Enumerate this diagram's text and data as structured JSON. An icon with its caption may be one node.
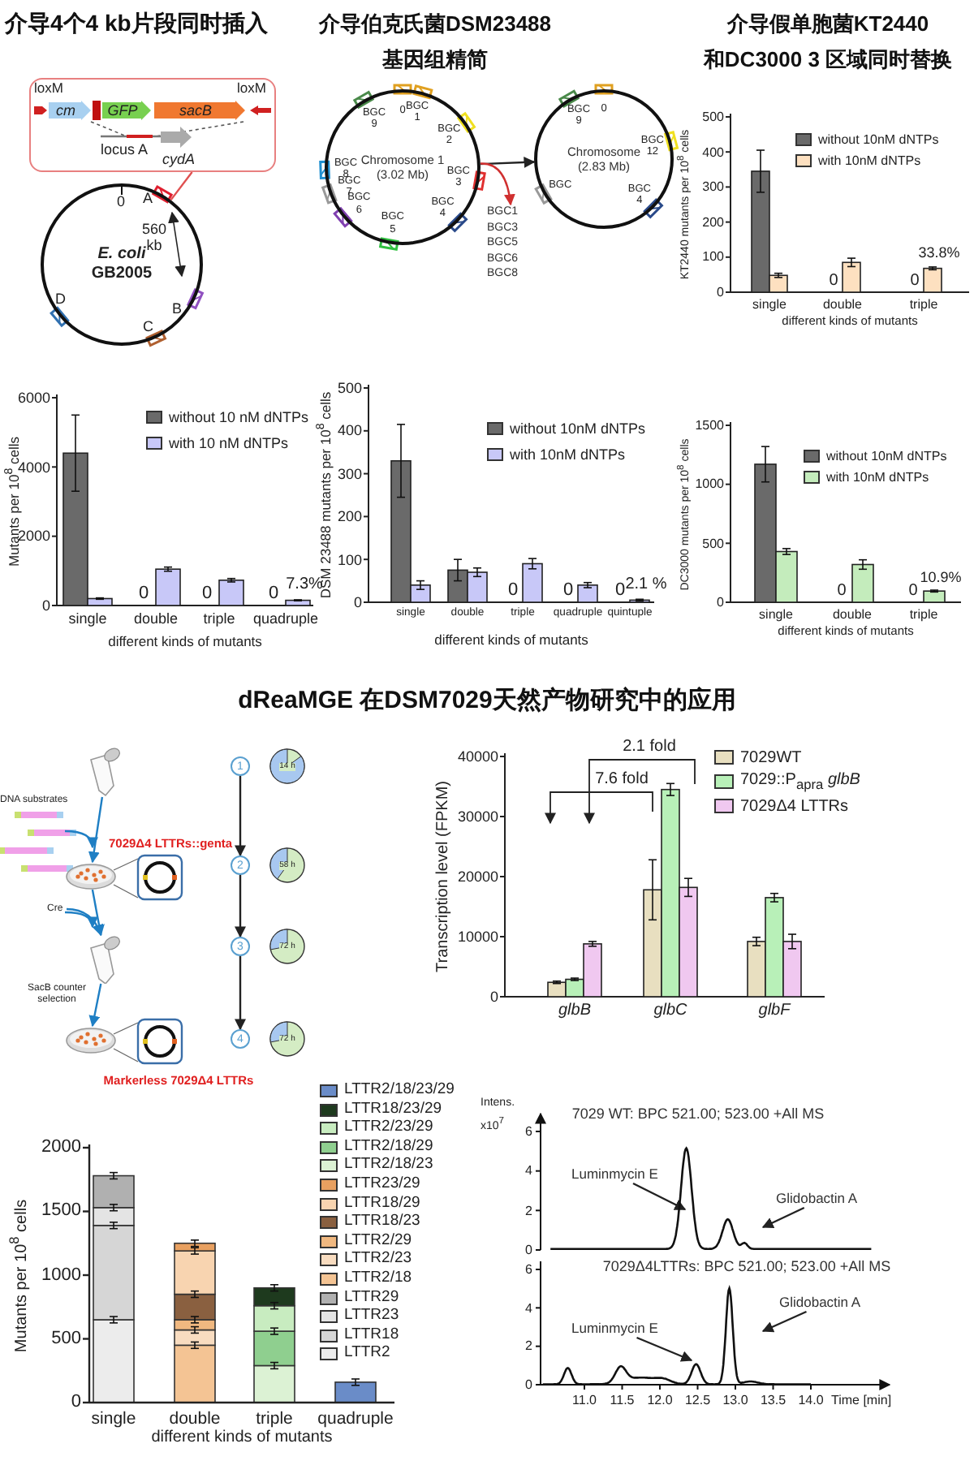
{
  "diagram": {
    "nodes": [
      {
        "text": [],
        "shape": "box"
      },
      {
        "text": [
          "cm"
        ],
        "in": 0
      },
      {
        "text": [
          "GFP"
        ],
        "in": 0
      },
      {
        "text": [
          "sacB"
        ],
        "in": 0
      },
      {
        "text": [
          "*E. coli* GB2005"
        ]
      },
      {
        "text": [
          "Chromosome 1",
          "(3.02 Mb)"
        ]
      },
      {
        "text": [
          "Chromosome",
          "(2.83 Mb)"
        ]
      },
      {
        "text": [
          "BGC1",
          "BGC3",
          "BGC5",
          "BGC6",
          "BGC8"
        ]
      },
      {
        "text": [],
        "shape": "picture"
      },
      {
        "text": [],
        "shape": "picture"
      },
      {
        "text": [],
        "shape": "picture"
      },
      {
        "text": [],
        "shape": "picture"
      },
      {
        "text": [
          "1"
        ]
      },
      {
        "text": [
          "2"
        ]
      },
      {
        "text": [
          "3"
        ]
      },
      {
        "text": [
          "4"
        ]
      },
      {
        "text": [
          "14 h"
        ]
      },
      {
        "text": [
          "58 h"
        ]
      },
      {
        "text": [
          "72 h"
        ]
      },
      {
        "text": [
          "72 h"
        ]
      },
      {
        "text": [
          "Luminmycin E"
        ]
      },
      {
        "text": [
          "Glidobactin A"
        ]
      },
      {
        "text": [
          "Luminmycin E"
        ]
      },
      {
        "text": [
          "Glidobactin A"
        ]
      },
      {
        "text": [
          "Cre"
        ]
      }
    ],
    "edges": [
      {
        "from": 0,
        "to": 4,
        "arrow": "none",
        "color": "#e05050"
      },
      {
        "from": 5,
        "to": 6,
        "arrow": "to"
      },
      {
        "from": 5,
        "to": 7,
        "arrow": "to",
        "color": "#d03030"
      },
      {
        "from": 8,
        "to": 9,
        "arrow": "to",
        "color": "#1f7fc4"
      },
      {
        "from": 9,
        "to": 10,
        "arrow": "to",
        "color": "#1f7fc4"
      },
      {
        "from": 10,
        "to": 11,
        "arrow": "to",
        "color": "#1f7fc4"
      },
      {
        "from": 12,
        "to": 13,
        "arrow": "to"
      },
      {
        "from": 13,
        "to": 14,
        "arrow": "to"
      },
      {
        "from": 14,
        "to": 15,
        "arrow": "to"
      },
      {
        "from": 20,
        "to": null,
        "arrow": "to"
      },
      {
        "from": 21,
        "to": null,
        "arrow": "to"
      },
      {
        "from": 22,
        "to": null,
        "arrow": "to"
      },
      {
        "from": 23,
        "to": null,
        "arrow": "to"
      },
      {
        "from": 24,
        "to": 10,
        "arrow": "to",
        "color": "#1f7fc4"
      }
    ],
    "labels": [
      "介导4个4 kb片段同时插入",
      "介导伯克氏菌DSM23488",
      "基因组精简",
      "介导假单胞菌KT2440",
      "和DC3000 3 区域同时替换",
      "loxM",
      "loxM",
      "locus A",
      "cydA",
      "0",
      "A",
      "560 kb",
      "B",
      "C",
      "D",
      "0",
      "BGC 1",
      "BGC 2",
      "BGC 3",
      "BGC 4",
      "BGC 5",
      "BGC 6",
      "BGC 7",
      "BGC 8",
      "BGC 9",
      "0",
      "BGC 9",
      "BGC 12",
      "BGC 4",
      "BGC",
      "0",
      "100",
      "200",
      "300",
      "400",
      "500",
      "KT2440 mutants per 10$^{8}$ cells",
      "single",
      "double",
      "triple",
      "0",
      "0",
      "33.8%",
      "different kinds of mutants",
      "0",
      "2000",
      "4000",
      "6000",
      "Mutants per 10$^{8}$ cells",
      "single",
      "double",
      "triple",
      "quadruple",
      "0",
      "0",
      "0",
      "7.3%",
      "different kinds of mutants",
      "0",
      "100",
      "200",
      "300",
      "400",
      "500",
      "DSM 23488 mutants per 10$^{8}$ cells",
      "single",
      "double",
      "triple",
      "quadruple",
      "quintuple",
      "0",
      "0",
      "0",
      "2.1 %",
      "different kinds of mutants",
      "0",
      "500",
      "1000",
      "1500",
      "DC3000 mutants per 10$^{8}$ cells",
      "single",
      "double",
      "triple",
      "0",
      "0",
      "10.9%",
      "different kinds of mutants",
      "dReaMGE 在DSM7029天然产物研究中的应用",
      "DNA substrates",
      "7029Δ4 LTTRs::genta",
      "SacB counter selection",
      "Markerless 7029Δ4 LTTRs",
      "0",
      "10000",
      "20000",
      "30000",
      "40000",
      "Transcription level (FPKM)",
      "glbB",
      "glbC",
      "glbF",
      "2.1 fold",
      "7.6 fold",
      "0",
      "500",
      "1000",
      "1500",
      "2000",
      "Mutants per 10$^{8}$ cells",
      "single",
      "double",
      "triple",
      "quadruple",
      "different kinds of mutants",
      "Intens.",
      "x10$^{7}$",
      "7029 WT: BPC 521.00; 523.00 +All MS",
      "0",
      "2",
      "4",
      "6",
      "7029Δ4LTTRs: BPC 521.00; 523.00 +All MS",
      "0",
      "2",
      "4",
      "6",
      "11.0",
      "11.5",
      "12.0",
      "12.5",
      "13.0",
      "13.5",
      "14.0",
      "Time [min]"
    ],
    "legend": [
      {
        "text": "without 10nM dNTPs",
        "color": "#6a6a6a"
      },
      {
        "text": "with 10nM dNTPs",
        "color": "#fde0c0"
      },
      {
        "text": "without 10 nM dNTPs",
        "color": "#6a6a6a"
      },
      {
        "text": "with 10 nM dNTPs",
        "color": "#c8c8f8"
      },
      {
        "text": "without 10nM dNTPs",
        "color": "#6a6a6a"
      },
      {
        "text": "with 10nM dNTPs",
        "color": "#c8c8f8"
      },
      {
        "text": "without 10nM dNTPs",
        "color": "#6a6a6a"
      },
      {
        "text": "with 10nM dNTPs",
        "color": "#c4ecbc"
      },
      {
        "text": "7029WT",
        "color": "#e8dfc0"
      },
      {
        "text": "7029::P$_{apra}$ *glbB*",
        "color": "#b8f0b8"
      },
      {
        "text": "7029Δ4 LTTRs",
        "color": "#f0c8f0"
      },
      {
        "text": "LTTR2/18/23/29",
        "color": "#6a8cc8"
      },
      {
        "text": "LTTR18/23/29",
        "color": "#1e3a1e"
      },
      {
        "text": "LTTR2/23/29",
        "color": "#c8ecc0"
      },
      {
        "text": "LTTR2/18/29",
        "color": "#8fcf8f"
      },
      {
        "text": "LTTR2/18/23",
        "color": "#dcf2d4"
      },
      {
        "text": "LTTR23/29",
        "color": "#e8a060"
      },
      {
        "text": "LTTR18/29",
        "color": "#f8d4b0"
      },
      {
        "text": "LTTR18/23",
        "color": "#8a6040"
      },
      {
        "text": "LTTR2/29",
        "color": "#f0b880"
      },
      {
        "text": "LTTR2/23",
        "color": "#f8dcc0"
      },
      {
        "text": "LTTR2/18",
        "color": "#f4c494"
      },
      {
        "text": "LTTR29",
        "color": "#b0b0b0"
      },
      {
        "text": "LTTR23",
        "color": "#e4e4e4"
      },
      {
        "text": "LTTR18",
        "color": "#d6d6d6"
      },
      {
        "text": "LTTR2",
        "color": "#ececec"
      }
    ]
  }
}
